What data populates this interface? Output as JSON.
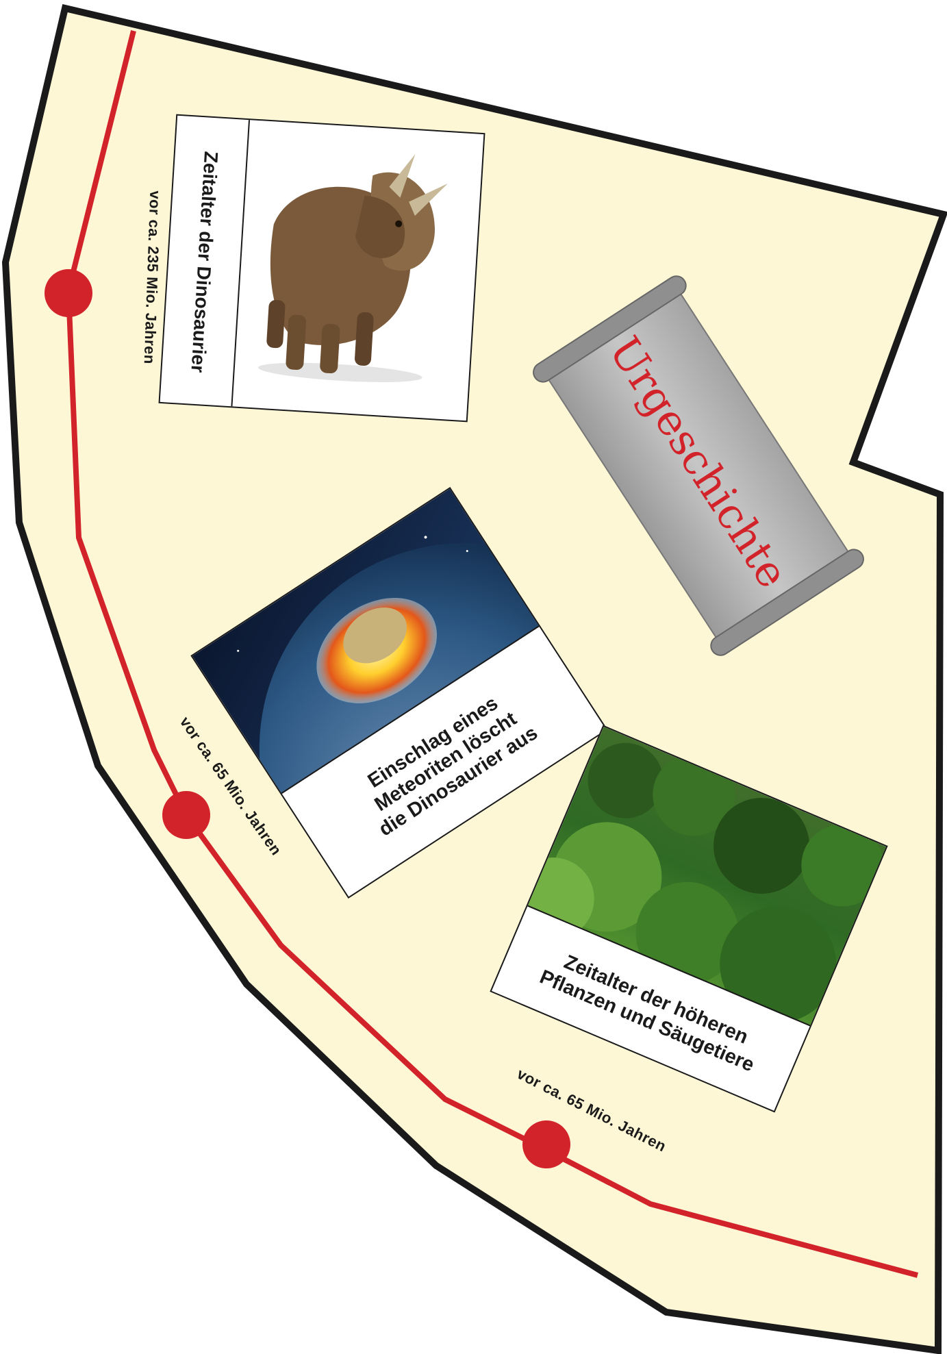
{
  "timeline": {
    "line_color": "#d2232a",
    "area_color": "#fdf7d6",
    "border_color": "#1a1a1a",
    "markers": [
      {
        "label": "vor ca. 235 Mio. Jahren"
      },
      {
        "label": "vor ca. 65 Mio. Jahren"
      },
      {
        "label": "vor ca. 65 Mio. Jahren"
      }
    ]
  },
  "scroll": {
    "title": "Urgeschichte",
    "title_color": "#d2232a",
    "paper_color": "#b5b5b5"
  },
  "cards": [
    {
      "caption": "Zeitalter der Dinosaurier",
      "picture": "triceratops"
    },
    {
      "caption": "Einschlag eines\nMeteoriten löscht\ndie Dinosaurier aus",
      "picture": "meteorite-impact-on-earth"
    },
    {
      "caption": "Zeitalter der höheren\nPflanzen und Säugetiere",
      "picture": "green-rainforest"
    }
  ]
}
